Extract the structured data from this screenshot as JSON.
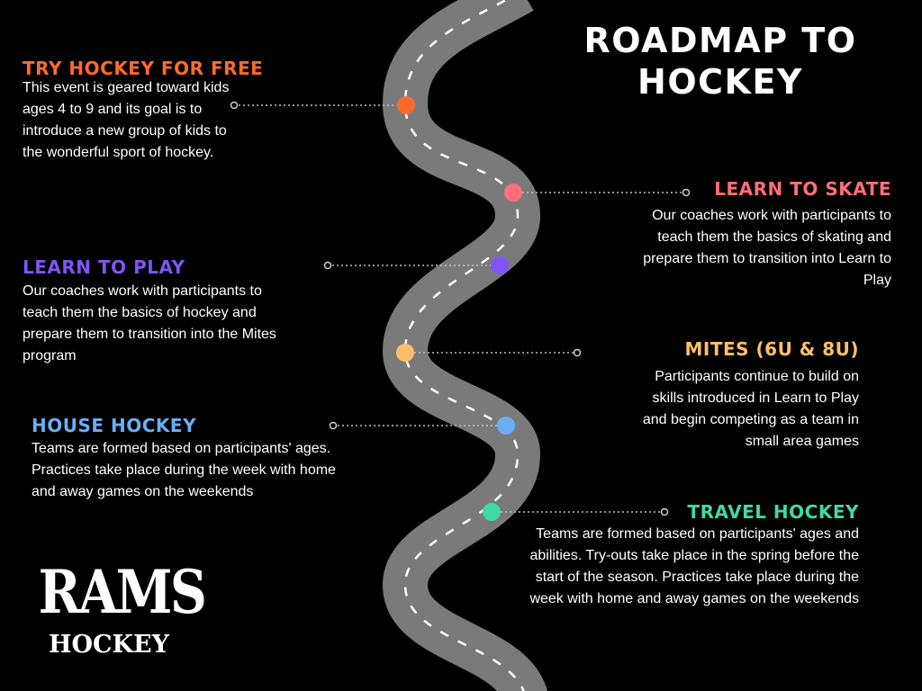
{
  "title": "ROADMAP TO HOCKEY",
  "logo": {
    "line1": "RAMS",
    "line2": "HOCKEY"
  },
  "colors": {
    "background": "#000000",
    "road": "#7a7a7a",
    "road_dash": "#ffffff",
    "text": "#ffffff",
    "connector": "#bfbfbf"
  },
  "steps": [
    {
      "title": "TRY HOCKEY FOR FREE",
      "color": "#ff6a2b",
      "description": "This event is geared toward kids ages 4 to 9 and its goal is to introduce a new group of kids to the wonderful sport of hockey."
    },
    {
      "title": "LEARN TO SKATE",
      "color": "#ff6f78",
      "description": "Our coaches work with participants to teach them the basics of skating and prepare them to transition into Learn to Play"
    },
    {
      "title": "LEARN TO PLAY",
      "color": "#7f55f5",
      "description": "Our coaches work with participants to teach them the basics of hockey and prepare them to transition into the Mites program"
    },
    {
      "title": "MITES (6U & 8U)",
      "color": "#ffbf69",
      "description": "Participants continue to build on skills introduced in Learn to Play and begin competing as a team in small area games"
    },
    {
      "title": "HOUSE HOCKEY",
      "color": "#6aaef7",
      "description": "Teams are formed based on participants' ages. Practices take place during the week with home and away games on the weekends"
    },
    {
      "title": "TRAVEL HOCKEY",
      "color": "#3fd9a5",
      "description": "Teams are formed based on participants' ages and abilities. Try-outs take place in the spring before the start of the season. Practices take place during the week with home and away games on the weekends"
    }
  ]
}
